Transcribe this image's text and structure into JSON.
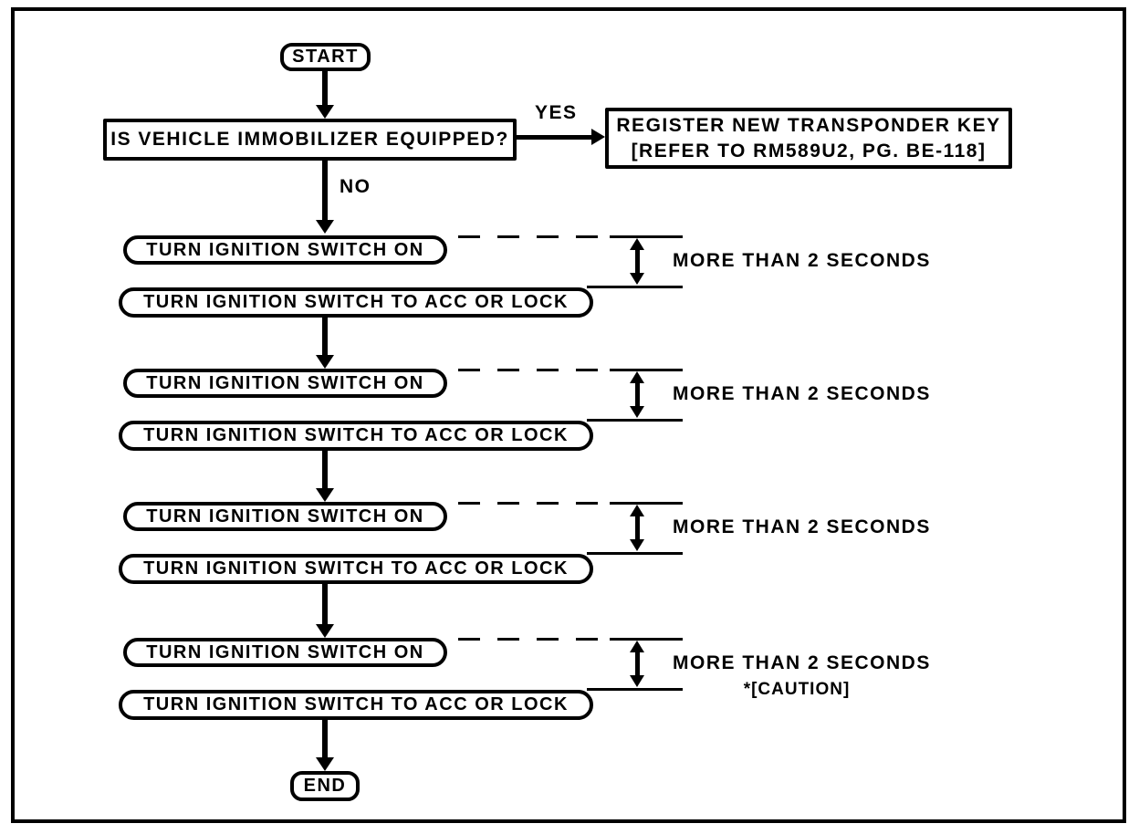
{
  "colors": {
    "ink": "#000000",
    "paper": "#ffffff"
  },
  "flowchart": {
    "start_label": "START",
    "question_label": "IS VEHICLE IMMOBILIZER EQUIPPED?",
    "yes_label": "YES",
    "no_label": "NO",
    "register": {
      "line1": "REGISTER NEW TRANSPONDER KEY",
      "line2": "[REFER TO RM589U2, PG. BE-118]"
    },
    "steps": [
      {
        "on": "TURN IGNITION SWITCH ON",
        "acc": "TURN IGNITION SWITCH TO ACC OR LOCK",
        "duration": "MORE THAN 2 SECONDS"
      },
      {
        "on": "TURN IGNITION SWITCH ON",
        "acc": "TURN IGNITION SWITCH TO ACC OR LOCK",
        "duration": "MORE THAN 2 SECONDS"
      },
      {
        "on": "TURN IGNITION SWITCH ON",
        "acc": "TURN IGNITION SWITCH TO ACC OR LOCK",
        "duration": "MORE THAN 2 SECONDS"
      },
      {
        "on": "TURN IGNITION SWITCH ON",
        "acc": "TURN IGNITION SWITCH TO ACC OR LOCK",
        "duration": "MORE THAN 2 SECONDS",
        "caution": "*[CAUTION]"
      }
    ],
    "end_label": "END"
  }
}
